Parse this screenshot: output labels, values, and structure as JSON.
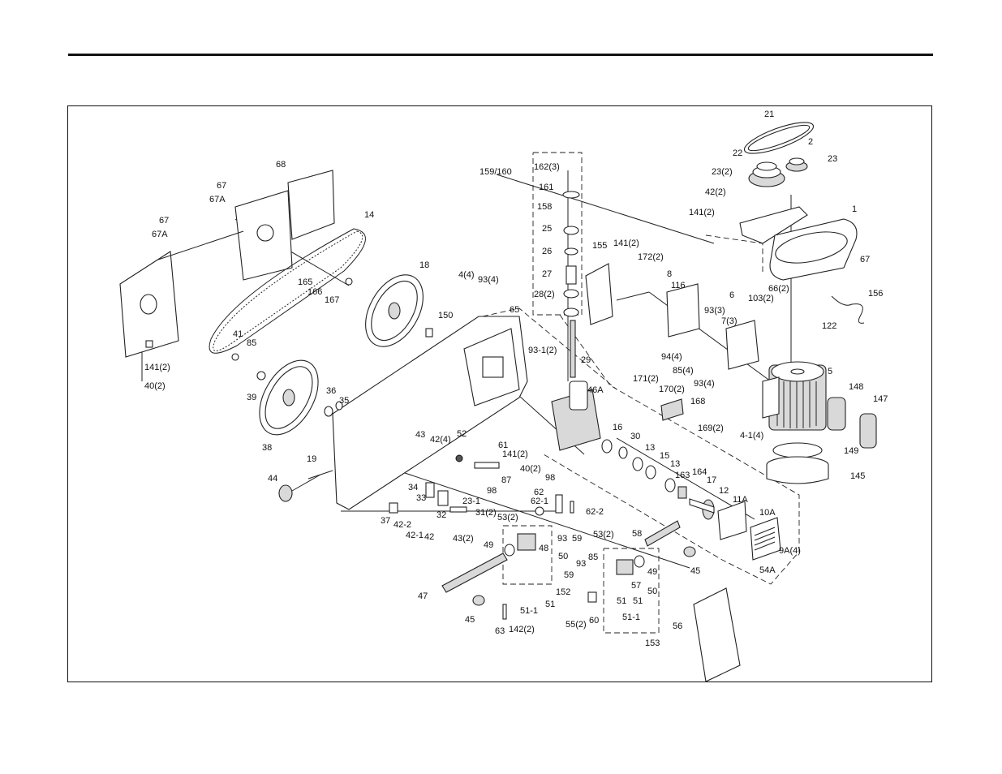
{
  "parts": [
    {
      "id": "p21",
      "text": "21"
    },
    {
      "id": "p2",
      "text": "2"
    },
    {
      "id": "p23",
      "text": "23"
    },
    {
      "id": "p22",
      "text": "22"
    },
    {
      "id": "p23_2",
      "text": "23(2)"
    },
    {
      "id": "p42_2",
      "text": "42(2)"
    },
    {
      "id": "p141_2a",
      "text": "141(2)"
    },
    {
      "id": "p1",
      "text": "1"
    },
    {
      "id": "p67a",
      "text": "67"
    },
    {
      "id": "p156",
      "text": "156"
    },
    {
      "id": "p66_2",
      "text": "66(2)"
    },
    {
      "id": "p103_2",
      "text": "103(2)"
    },
    {
      "id": "p7_3",
      "text": "7(3)"
    },
    {
      "id": "p122",
      "text": "122"
    },
    {
      "id": "p8",
      "text": "8"
    },
    {
      "id": "p116",
      "text": "116"
    },
    {
      "id": "p6",
      "text": "6"
    },
    {
      "id": "p93_3",
      "text": "93(3)"
    },
    {
      "id": "p94_4",
      "text": "94(4)"
    },
    {
      "id": "p85_4",
      "text": "85(4)"
    },
    {
      "id": "p93_4a",
      "text": "93(4)"
    },
    {
      "id": "p5",
      "text": "5"
    },
    {
      "id": "p148",
      "text": "148"
    },
    {
      "id": "p147",
      "text": "147"
    },
    {
      "id": "p4_1_4",
      "text": "4-1(4)"
    },
    {
      "id": "p149",
      "text": "149"
    },
    {
      "id": "p145",
      "text": "145"
    },
    {
      "id": "p159_160",
      "text": "159/160"
    },
    {
      "id": "p162_3",
      "text": "162(3)"
    },
    {
      "id": "p161",
      "text": "161"
    },
    {
      "id": "p158",
      "text": "158"
    },
    {
      "id": "p25",
      "text": "25"
    },
    {
      "id": "p26",
      "text": "26"
    },
    {
      "id": "p27",
      "text": "27"
    },
    {
      "id": "p28_2",
      "text": "28(2)"
    },
    {
      "id": "p155",
      "text": "155"
    },
    {
      "id": "p141_2b",
      "text": "141(2)"
    },
    {
      "id": "p172_2",
      "text": "172(2)"
    },
    {
      "id": "p93_1_2",
      "text": "93-1(2)"
    },
    {
      "id": "p29",
      "text": "29"
    },
    {
      "id": "p46a",
      "text": "46A"
    },
    {
      "id": "p171_2",
      "text": "171(2)"
    },
    {
      "id": "p170_2",
      "text": "170(2)"
    },
    {
      "id": "p168",
      "text": "168"
    },
    {
      "id": "p169_2",
      "text": "169(2)"
    },
    {
      "id": "p16",
      "text": "16"
    },
    {
      "id": "p30",
      "text": "30"
    },
    {
      "id": "p13a",
      "text": "13"
    },
    {
      "id": "p15",
      "text": "15"
    },
    {
      "id": "p13b",
      "text": "13"
    },
    {
      "id": "p163",
      "text": "163"
    },
    {
      "id": "p164",
      "text": "164"
    },
    {
      "id": "p17",
      "text": "17"
    },
    {
      "id": "p12",
      "text": "12"
    },
    {
      "id": "p11a",
      "text": "11A"
    },
    {
      "id": "p10a",
      "text": "10A"
    },
    {
      "id": "p9a_4",
      "text": "9A(4)"
    },
    {
      "id": "p54a",
      "text": "54A"
    },
    {
      "id": "p68",
      "text": "68"
    },
    {
      "id": "p67b",
      "text": "67"
    },
    {
      "id": "p67a_1",
      "text": "67A"
    },
    {
      "id": "p67c",
      "text": "67"
    },
    {
      "id": "p67a_2",
      "text": "67A"
    },
    {
      "id": "p14",
      "text": "14"
    },
    {
      "id": "p18",
      "text": "18"
    },
    {
      "id": "p165",
      "text": "165"
    },
    {
      "id": "p166",
      "text": "166"
    },
    {
      "id": "p167",
      "text": "167"
    },
    {
      "id": "p150",
      "text": "150"
    },
    {
      "id": "p4_4",
      "text": "4(4)"
    },
    {
      "id": "p93_4b",
      "text": "93(4)"
    },
    {
      "id": "p65",
      "text": "65"
    },
    {
      "id": "p41",
      "text": "41"
    },
    {
      "id": "p85a",
      "text": "85"
    },
    {
      "id": "p141_2c",
      "text": "141(2)"
    },
    {
      "id": "p40_2a",
      "text": "40(2)"
    },
    {
      "id": "p39",
      "text": "39"
    },
    {
      "id": "p36",
      "text": "36"
    },
    {
      "id": "p35",
      "text": "35"
    },
    {
      "id": "p38",
      "text": "38"
    },
    {
      "id": "p19",
      "text": "19"
    },
    {
      "id": "p44",
      "text": "44"
    },
    {
      "id": "p43",
      "text": "43"
    },
    {
      "id": "p42_4",
      "text": "42(4)"
    },
    {
      "id": "p52",
      "text": "52"
    },
    {
      "id": "p61",
      "text": "61"
    },
    {
      "id": "p141_2d",
      "text": "141(2)"
    },
    {
      "id": "p40_2b",
      "text": "40(2)"
    },
    {
      "id": "p87",
      "text": "87"
    },
    {
      "id": "p98a",
      "text": "98"
    },
    {
      "id": "p34",
      "text": "34"
    },
    {
      "id": "p33",
      "text": "33"
    },
    {
      "id": "p23_1",
      "text": "23-1"
    },
    {
      "id": "p31_2",
      "text": "31(2)"
    },
    {
      "id": "p32",
      "text": "32"
    },
    {
      "id": "p37",
      "text": "37"
    },
    {
      "id": "p42_2b",
      "text": "42-2"
    },
    {
      "id": "p42_1",
      "text": "42-1"
    },
    {
      "id": "p42",
      "text": "42"
    },
    {
      "id": "p43_2",
      "text": "43(2)"
    },
    {
      "id": "p98b",
      "text": "98"
    },
    {
      "id": "p62",
      "text": "62"
    },
    {
      "id": "p62_1",
      "text": "62-1"
    },
    {
      "id": "p62_2",
      "text": "62-2"
    },
    {
      "id": "p53_2a",
      "text": "53(2)"
    },
    {
      "id": "p48",
      "text": "48"
    },
    {
      "id": "p50a",
      "text": "50"
    },
    {
      "id": "p49a",
      "text": "49"
    },
    {
      "id": "p93a",
      "text": "93"
    },
    {
      "id": "p59a",
      "text": "59"
    },
    {
      "id": "p53_2b",
      "text": "53(2)"
    },
    {
      "id": "p58",
      "text": "58"
    },
    {
      "id": "p45a",
      "text": "45"
    },
    {
      "id": "p93b",
      "text": "93"
    },
    {
      "id": "p85b",
      "text": "85"
    },
    {
      "id": "p59b",
      "text": "59"
    },
    {
      "id": "p57",
      "text": "57"
    },
    {
      "id": "p49b",
      "text": "49"
    },
    {
      "id": "p50b",
      "text": "50"
    },
    {
      "id": "p51a",
      "text": "51"
    },
    {
      "id": "p51_1a",
      "text": "51-1"
    },
    {
      "id": "p51b",
      "text": "51"
    },
    {
      "id": "p152",
      "text": "152"
    },
    {
      "id": "p47",
      "text": "47"
    },
    {
      "id": "p45b",
      "text": "45"
    },
    {
      "id": "p63",
      "text": "63"
    },
    {
      "id": "p142_2",
      "text": "142(2)"
    },
    {
      "id": "p55_2",
      "text": "55(2)"
    },
    {
      "id": "p60",
      "text": "60"
    },
    {
      "id": "p51_1b",
      "text": "51-1"
    },
    {
      "id": "p51c",
      "text": "51"
    },
    {
      "id": "p153",
      "text": "153"
    },
    {
      "id": "p56",
      "text": "56"
    }
  ]
}
